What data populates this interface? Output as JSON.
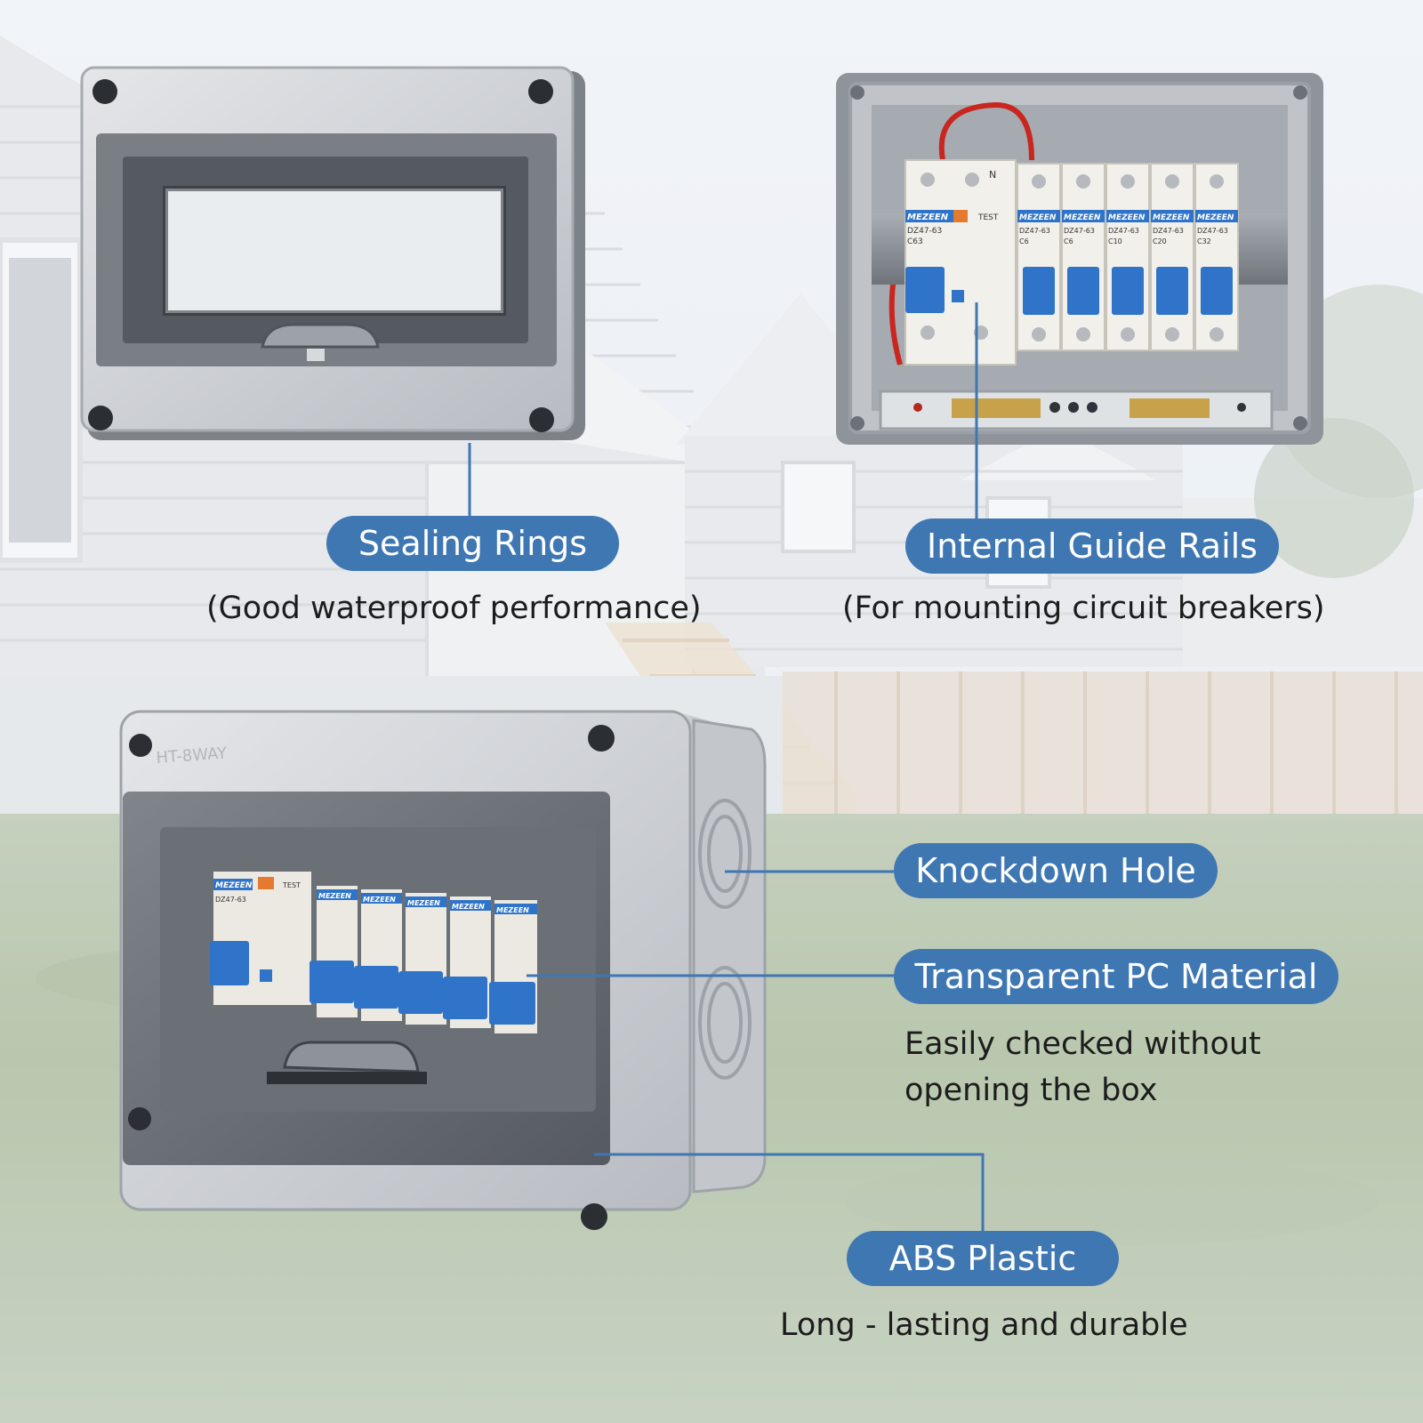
{
  "callouts": {
    "sealing_rings": {
      "label": "Sealing Rings",
      "caption": "(Good waterproof performance)"
    },
    "internal_guide_rails": {
      "label": "Internal Guide Rails",
      "caption": "(For mounting circuit breakers)"
    },
    "knockdown_hole": {
      "label": "Knockdown Hole"
    },
    "transparent_pc": {
      "label": "Transparent PC Material",
      "caption_line1": "Easily checked without",
      "caption_line2": "opening the box"
    },
    "abs_plastic": {
      "label": "ABS Plastic",
      "caption": "Long - lasting and durable"
    }
  },
  "product": {
    "model_marking": "HT-8WAY",
    "brand": "MEZEEN",
    "rcd_button": "TEST",
    "breaker_model": "DZ47-63",
    "breaker_ratings": [
      "C63",
      "C6",
      "C6",
      "C10",
      "C20",
      "C32"
    ],
    "neutral_mark": "N"
  },
  "colors": {
    "pill": "#3f77b3",
    "connector_line": "#3f77b3",
    "caption_text": "#1c1c1c",
    "breaker_toggle": "#2f74c8",
    "enclosure_grey": "#c9ccd0"
  }
}
